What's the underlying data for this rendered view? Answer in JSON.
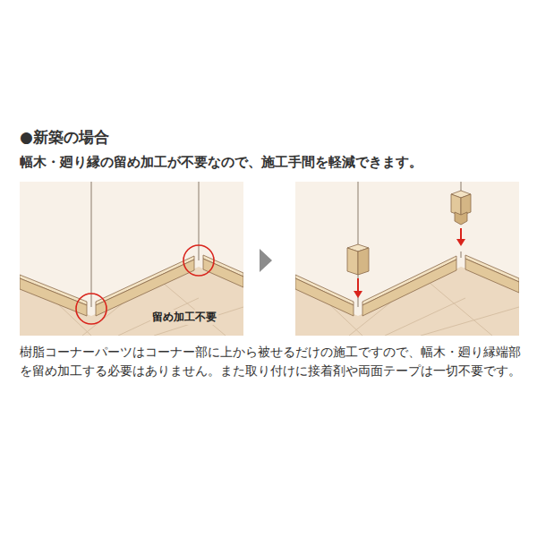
{
  "diagram": {
    "title": "●新築の場合",
    "caption": "樹脂コーナーパーツはコーナー部に上から被せるだけの施工ですので、幅木・廻り縁端部を留め加工する必要はありません。また取り付けに接着剤や両面テープは一切不要です。",
    "labels": [
      "幅木・廻り縁の留め加工が不要なので、施工手間を軽減できます。",
      "留め加工不要"
    ]
  }
}
